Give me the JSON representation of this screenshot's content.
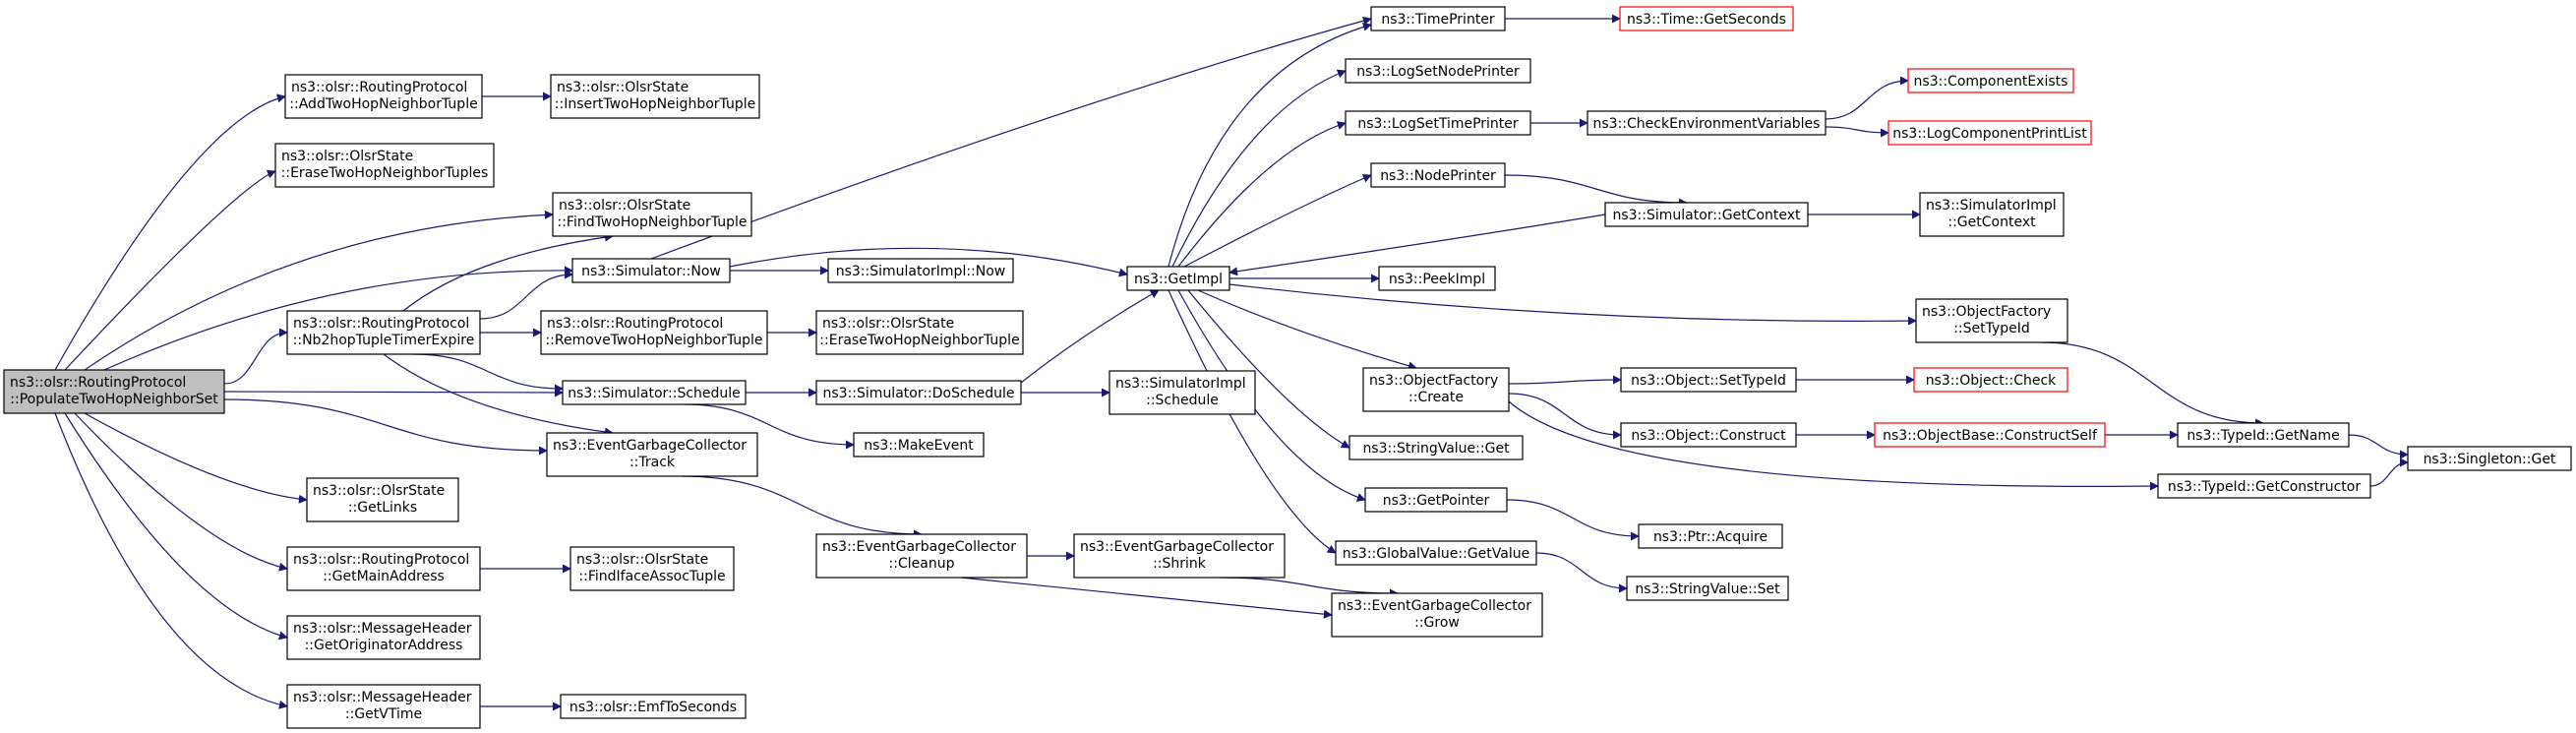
{
  "colors": {
    "edge": "#191970",
    "root_fill": "#bfbfbf",
    "missing_border": "#ff0000"
  },
  "nodes": {
    "populate": [
      "ns3::olsr::RoutingProtocol",
      "::PopulateTwoHopNeighborSet"
    ],
    "addTwoHop": [
      "ns3::olsr::RoutingProtocol",
      "::AddTwoHopNeighborTuple"
    ],
    "insertTwoHop": [
      "ns3::olsr::OlsrState",
      "::InsertTwoHopNeighborTuple"
    ],
    "eraseTuples": [
      "ns3::olsr::OlsrState",
      "::EraseTwoHopNeighborTuples"
    ],
    "findTwoHop": [
      "ns3::olsr::OlsrState",
      "::FindTwoHopNeighborTuple"
    ],
    "simNow": [
      "ns3::Simulator::Now"
    ],
    "simImplNow": [
      "ns3::SimulatorImpl::Now"
    ],
    "nb2hop": [
      "ns3::olsr::RoutingProtocol",
      "::Nb2hopTupleTimerExpire"
    ],
    "removeTwoHop": [
      "ns3::olsr::RoutingProtocol",
      "::RemoveTwoHopNeighborTuple"
    ],
    "eraseTwoHop": [
      "ns3::olsr::OlsrState",
      "::EraseTwoHopNeighborTuple"
    ],
    "simSchedule": [
      "ns3::Simulator::Schedule"
    ],
    "doSchedule": [
      "ns3::Simulator::DoSchedule"
    ],
    "simImplSchedule": [
      "ns3::SimulatorImpl",
      "::Schedule"
    ],
    "makeEvent": [
      "ns3::MakeEvent"
    ],
    "gcTrack": [
      "ns3::EventGarbageCollector",
      "::Track"
    ],
    "getLinks": [
      "ns3::olsr::OlsrState",
      "::GetLinks"
    ],
    "getMainAddr": [
      "ns3::olsr::RoutingProtocol",
      "::GetMainAddress"
    ],
    "findIface": [
      "ns3::olsr::OlsrState",
      "::FindIfaceAssocTuple"
    ],
    "getOrig": [
      "ns3::olsr::MessageHeader",
      "::GetOriginatorAddress"
    ],
    "getVTime": [
      "ns3::olsr::MessageHeader",
      "::GetVTime"
    ],
    "emf": [
      "ns3::olsr::EmfToSeconds"
    ],
    "gcCleanup": [
      "ns3::EventGarbageCollector",
      "::Cleanup"
    ],
    "gcShrink": [
      "ns3::EventGarbageCollector",
      "::Shrink"
    ],
    "gcGrow": [
      "ns3::EventGarbageCollector",
      "::Grow"
    ],
    "getImpl": [
      "ns3::GetImpl"
    ],
    "timePrinter": [
      "ns3::TimePrinter"
    ],
    "getSeconds": [
      "ns3::Time::GetSeconds"
    ],
    "logSetNode": [
      "ns3::LogSetNodePrinter"
    ],
    "logSetTime": [
      "ns3::LogSetTimePrinter"
    ],
    "checkEnv": [
      "ns3::CheckEnvironmentVariables"
    ],
    "compExists": [
      "ns3::ComponentExists"
    ],
    "logCompList": [
      "ns3::LogComponentPrintList"
    ],
    "nodePrinter": [
      "ns3::NodePrinter"
    ],
    "getContext": [
      "ns3::Simulator::GetContext"
    ],
    "simImplCtx": [
      "ns3::SimulatorImpl",
      "::GetContext"
    ],
    "peekImpl": [
      "ns3::PeekImpl"
    ],
    "ofSetTypeId": [
      "ns3::ObjectFactory",
      "::SetTypeId"
    ],
    "ofCreate": [
      "ns3::ObjectFactory",
      "::Create"
    ],
    "objSetTypeId": [
      "ns3::Object::SetTypeId"
    ],
    "objCheck": [
      "ns3::Object::Check"
    ],
    "objConstruct": [
      "ns3::Object::Construct"
    ],
    "constructSelf": [
      "ns3::ObjectBase::ConstructSelf"
    ],
    "typeIdGetName": [
      "ns3::TypeId::GetName"
    ],
    "singletonGet": [
      "ns3::Singleton::Get"
    ],
    "typeIdGetCtor": [
      "ns3::TypeId::GetConstructor"
    ],
    "stringValueGet": [
      "ns3::StringValue::Get"
    ],
    "getPointer": [
      "ns3::GetPointer"
    ],
    "ptrAcquire": [
      "ns3::Ptr::Acquire"
    ],
    "globalValueGet": [
      "ns3::GlobalValue::GetValue"
    ],
    "stringValueSet": [
      "ns3::StringValue::Set"
    ]
  }
}
